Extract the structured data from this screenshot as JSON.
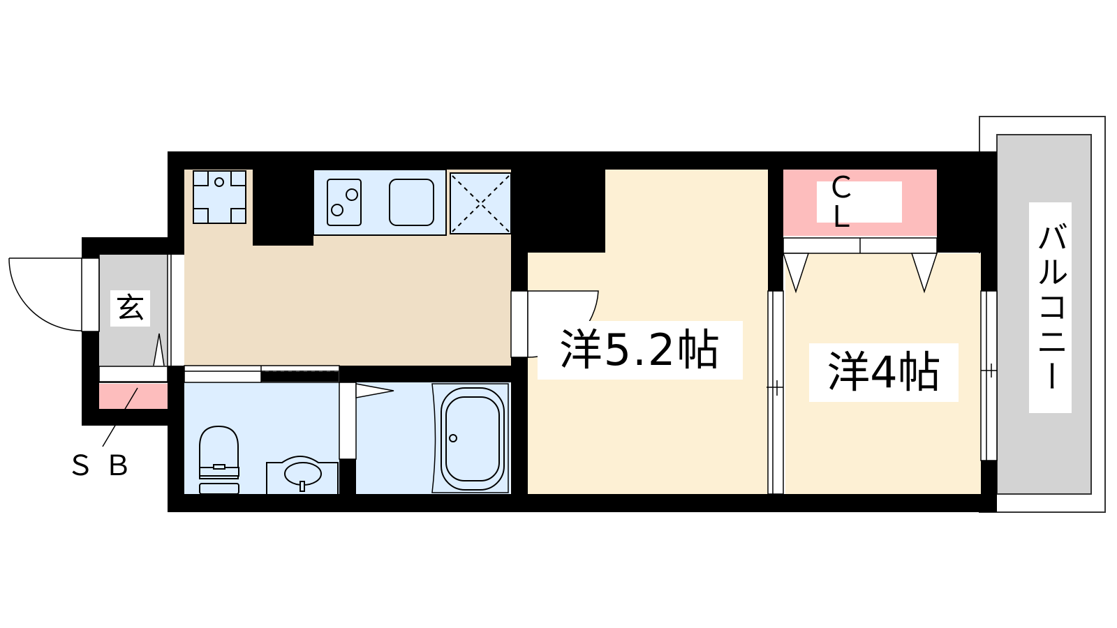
{
  "floor_plan": {
    "rooms": {
      "genkan": {
        "label": "玄",
        "color": "#d3d3d3"
      },
      "kitchen": {
        "label": "",
        "color": "#efdfc6"
      },
      "western_room_1": {
        "label": "洋5.2帖",
        "color": "#fdf0d4"
      },
      "western_room_2": {
        "label": "洋4帖",
        "color": "#fdf0d4"
      },
      "closet": {
        "label": "ＣＬ",
        "color": "#fdbdbd"
      },
      "shoe_box": {
        "label": "ＳＢ",
        "color": "#fdbdbd"
      },
      "toilet_washroom": {
        "label": "",
        "color": "#ddeeff"
      },
      "bathroom": {
        "label": "",
        "color": "#ddeeff"
      },
      "balcony": {
        "label": "バルコニー",
        "color": "#d3d3d3"
      }
    },
    "fixtures": [
      "washing-machine-pan",
      "gas-stove-2-burner",
      "kitchen-sink",
      "refrigerator-space",
      "toilet",
      "wash-basin",
      "bathtub"
    ],
    "colors": {
      "wall": "#000000",
      "fixture": "#ddeeff",
      "background": "#ffffff"
    }
  }
}
